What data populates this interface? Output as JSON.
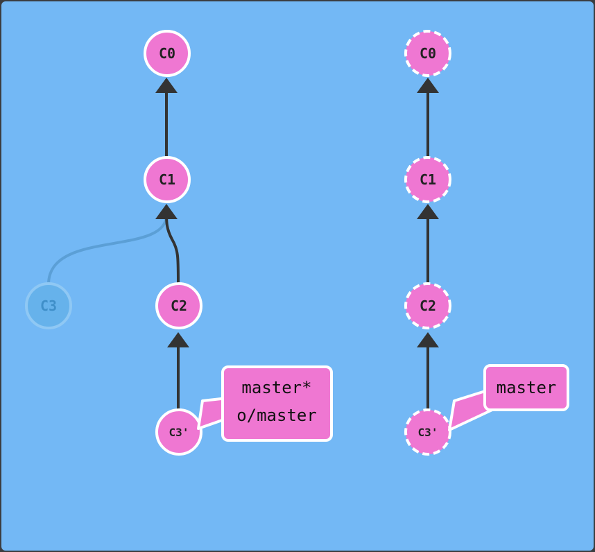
{
  "colors": {
    "background": "#73b8f5",
    "frame": "#3b3d40",
    "commit_fill": "#ef77d2",
    "commit_stroke": "#ffffff",
    "edge": "#333333",
    "ghost_fill": "#66b2eb",
    "ghost_stroke": "#8fc8f4",
    "ghost_edge": "#5b9fd6"
  },
  "local_repo": {
    "commits": [
      {
        "id": "C0"
      },
      {
        "id": "C1"
      },
      {
        "id": "C2"
      },
      {
        "id": "C3'"
      }
    ],
    "orphan_commit": {
      "id": "C3"
    },
    "branch_labels": [
      "master*",
      "o/master"
    ]
  },
  "remote_repo": {
    "commits": [
      {
        "id": "C0"
      },
      {
        "id": "C1"
      },
      {
        "id": "C2"
      },
      {
        "id": "C3'"
      }
    ],
    "branch_labels": [
      "master"
    ]
  }
}
